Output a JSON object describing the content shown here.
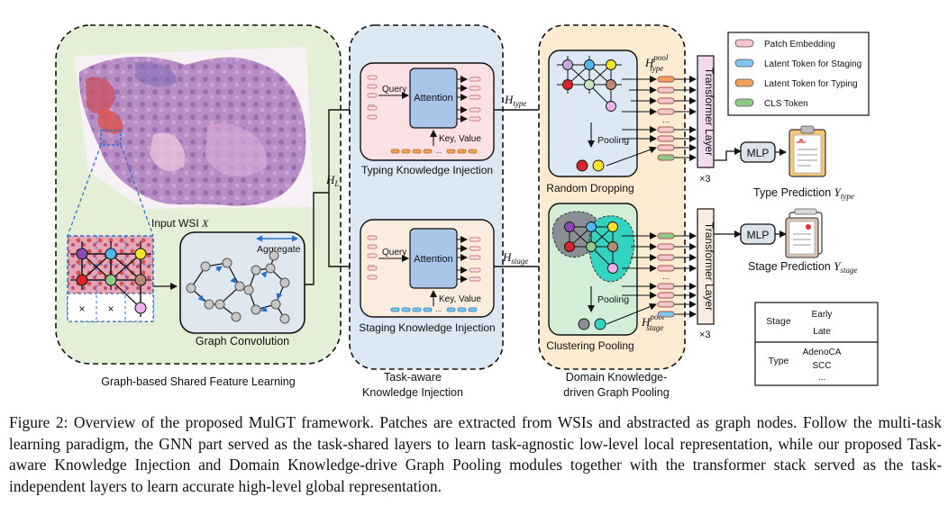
{
  "sections": {
    "shared": {
      "label": "Graph-based Shared Feature Learning",
      "wsi_label": "Input WSI",
      "wsi_var": "X",
      "graph_conv_label": "Graph Convolution",
      "aggregate_label": "Aggregate"
    },
    "injection": {
      "label_line1": "Task-aware",
      "label_line2": "Knowledge Injection",
      "typing_label": "Typing Knowledge Injection",
      "staging_label": "Staging Knowledge Injection",
      "attention": "Attention",
      "query": "Query",
      "key_value": "Key, Value",
      "h_l": "H",
      "h_l_sub": "L"
    },
    "pooling": {
      "label_line1": "Domain Knowledge-",
      "label_line2": "driven Graph Pooling",
      "random_dropping": "Random Dropping",
      "clustering_pooling": "Clustering Pooling",
      "pooling": "Pooling",
      "h_type": "H",
      "h_type_sub": "type",
      "h_stage": "H",
      "h_stage_sub": "stage",
      "hpool_type_sup": "pool",
      "hpool_type_sub": "type",
      "hpool_stage_sup": "pool",
      "hpool_stage_sub": "stage"
    },
    "output": {
      "transformer_layer": "Transformer Layer",
      "times3": "×3",
      "mlp": "MLP",
      "type_prediction": "Type Prediction",
      "type_var": "Y",
      "type_sub": "type",
      "stage_prediction": "Stage Prediction",
      "stage_var": "Y",
      "stage_sub": "stage",
      "ellipsis": "..."
    }
  },
  "legend": [
    {
      "label": "Patch Embedding",
      "color": "#f6c6cc"
    },
    {
      "label": "Latent Token for Staging",
      "color": "#7cc6ee"
    },
    {
      "label": "Latent Token for Typing",
      "color": "#f0a15a"
    },
    {
      "label": "CLS Token",
      "color": "#8fca86"
    }
  ],
  "label_table": {
    "stage_header": "Stage",
    "stage_values": [
      "Early",
      "Late"
    ],
    "type_header": "Type",
    "type_values": [
      "AdenoCA",
      "SCC",
      "..."
    ]
  },
  "caption": "Figure 2: Overview of the proposed MulGT framework. Patches are extracted from WSIs and abstracted as graph nodes. Follow the multi-task learning paradigm, the GNN part served as the task-shared layers to learn task-agnostic low-level local representation, while our proposed Task-aware Knowledge Injection and Domain Knowledge-drive Graph Pooling modules together with the transformer stack served as the task-independent layers to learn accurate high-level global representation.",
  "colors": {
    "green_panel": "#e4efd7",
    "blue_panel": "#dce8f3",
    "orange_panel": "#fbebd0",
    "typing_box": "#fbe1e3",
    "staging_box": "#fbece0",
    "attention_box": "#a9c5e8",
    "graph_box": "#dfe8f1",
    "transformer_box": "#f3d9f0"
  }
}
